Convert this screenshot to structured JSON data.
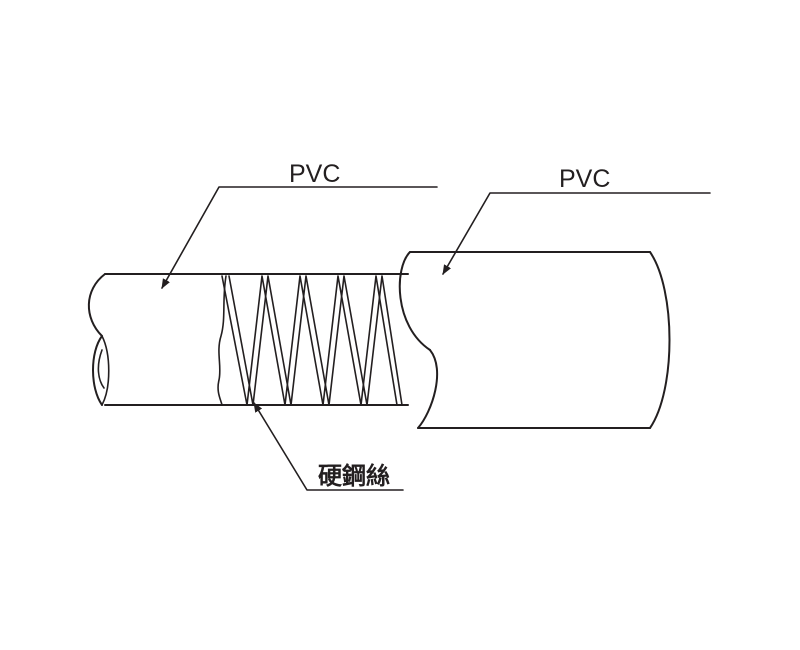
{
  "labels": {
    "pvc_inner": "PVC",
    "pvc_outer": "PVC",
    "steel_wire": "硬鋼絲"
  }
}
